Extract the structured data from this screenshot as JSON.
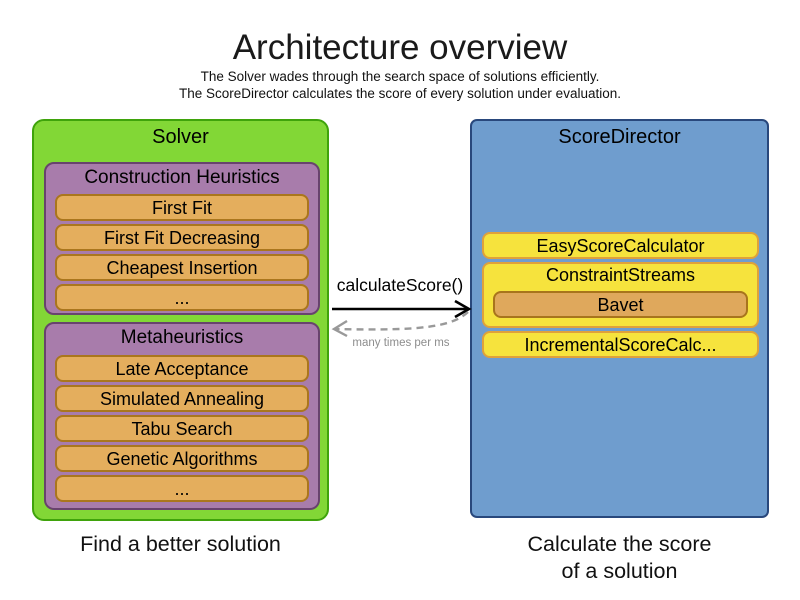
{
  "header": {
    "title": "Architecture overview",
    "subtitle1": "The Solver wades through the search space of solutions efficiently.",
    "subtitle2": "The ScoreDirector calculates the score of every solution under evaluation."
  },
  "solver": {
    "title": "Solver",
    "caption": "Find a better solution",
    "groups": [
      {
        "title": "Construction Heuristics",
        "items": [
          "First Fit",
          "First Fit Decreasing",
          "Cheapest Insertion",
          "..."
        ]
      },
      {
        "title": "Metaheuristics",
        "items": [
          "Late Acceptance",
          "Simulated Annealing",
          "Tabu Search",
          "Genetic Algorithms",
          "..."
        ]
      }
    ]
  },
  "score_director": {
    "title": "ScoreDirector",
    "caption_line1": "Calculate the score",
    "caption_line2": "of a solution",
    "calculators": [
      {
        "label": "EasyScoreCalculator"
      },
      {
        "label": "ConstraintStreams",
        "child": "Bavet"
      },
      {
        "label": "IncrementalScoreCalc..."
      }
    ]
  },
  "connection": {
    "call_label": "calculateScore()",
    "frequency_label": "many times per ms"
  },
  "colors": {
    "solver_fill": "#82d736",
    "solver_border": "#3fa30b",
    "group_fill": "#a87cab",
    "group_border": "#68436d",
    "item_fill": "#e4ae5d",
    "item_border": "#aa761d",
    "score_director_fill": "#6f9dce",
    "score_director_border": "#29487c",
    "calculator_fill": "#f6e33d",
    "calculator_border": "#dfa13a",
    "solid_arrow": "#000000",
    "dashed_arrow": "#999999"
  }
}
